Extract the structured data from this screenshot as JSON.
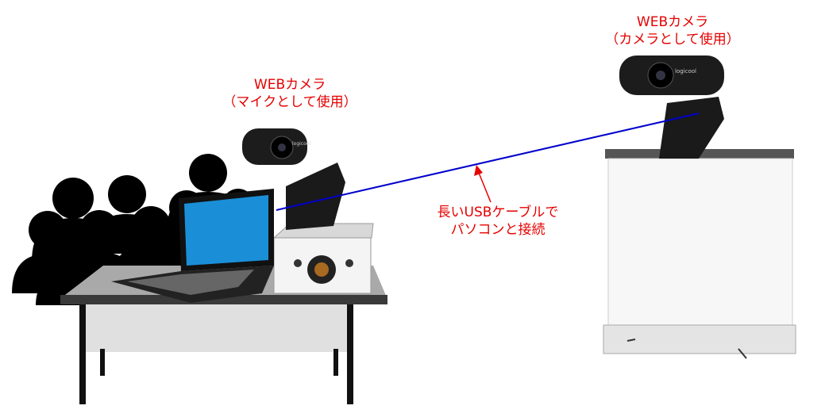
{
  "labels": {
    "left_camera": {
      "line1": "WEBカメラ",
      "line2": "（マイクとして使用）"
    },
    "right_camera": {
      "line1": "WEBカメラ",
      "line2": "（カメラとして使用）"
    },
    "cable": {
      "line1": "長いUSBケーブルで",
      "line2": "パソコンと接続"
    }
  },
  "camera_brand": "logicool",
  "colors": {
    "label": "#e60000",
    "cable": "#0000cc",
    "arrow": "#e60000"
  }
}
